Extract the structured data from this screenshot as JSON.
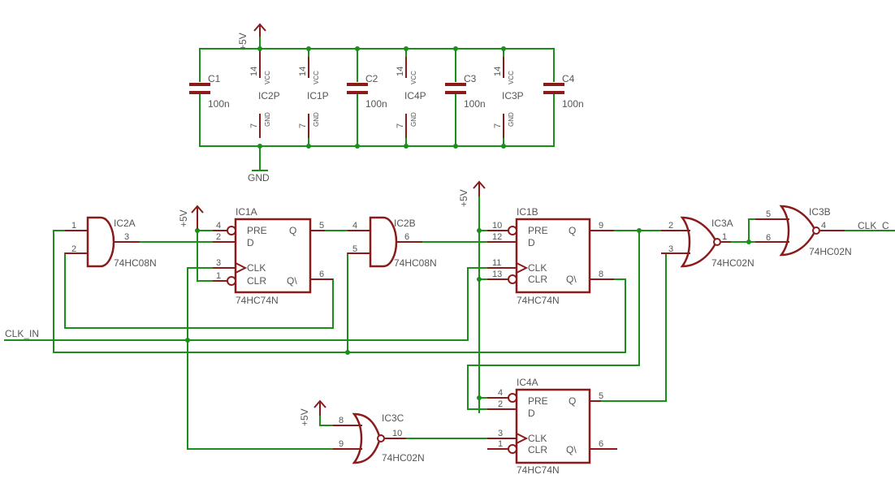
{
  "power": {
    "vcc": "+5V",
    "gnd": "GND",
    "capacitors": [
      {
        "name": "C1",
        "value": "100n"
      },
      {
        "name": "C2",
        "value": "100n"
      },
      {
        "name": "C3",
        "value": "100n"
      },
      {
        "name": "C4",
        "value": "100n"
      }
    ],
    "supplies": [
      {
        "name": "IC2P",
        "vcc_pin": "14",
        "vcc_label": "VCC",
        "gnd_pin": "7",
        "gnd_label": "GND"
      },
      {
        "name": "IC1P",
        "vcc_pin": "14",
        "vcc_label": "VCC",
        "gnd_pin": "7",
        "gnd_label": "GND"
      },
      {
        "name": "IC4P",
        "vcc_pin": "14",
        "vcc_label": "VCC",
        "gnd_pin": "7",
        "gnd_label": "GND"
      },
      {
        "name": "IC3P",
        "vcc_pin": "14",
        "vcc_label": "VCC",
        "gnd_pin": "7",
        "gnd_label": "GND"
      }
    ]
  },
  "signals": {
    "clk_in": "CLK_IN",
    "clk_out": "CLK_C"
  },
  "gates": {
    "ic2a": {
      "name": "IC2A",
      "part": "74HC08N",
      "pins": [
        "1",
        "2",
        "3"
      ]
    },
    "ic2b": {
      "name": "IC2B",
      "part": "74HC08N",
      "pins": [
        "4",
        "5",
        "6"
      ]
    },
    "ic3a": {
      "name": "IC3A",
      "part": "74HC02N",
      "pins": [
        "2",
        "3",
        "1"
      ]
    },
    "ic3b": {
      "name": "IC3B",
      "part": "74HC02N",
      "pins": [
        "5",
        "6",
        "4"
      ]
    },
    "ic3c": {
      "name": "IC3C",
      "part": "74HC02N",
      "pins": [
        "8",
        "9",
        "10"
      ]
    }
  },
  "flipflops": {
    "ic1a": {
      "name": "IC1A",
      "part": "74HC74N",
      "pins": {
        "pre": "4",
        "d": "2",
        "clk": "3",
        "clr": "1",
        "q": "5",
        "qn": "6"
      }
    },
    "ic1b": {
      "name": "IC1B",
      "part": "74HC74N",
      "pins": {
        "pre": "10",
        "d": "12",
        "clk": "11",
        "clr": "13",
        "q": "9",
        "qn": "8"
      }
    },
    "ic4a": {
      "name": "IC4A",
      "part": "74HC74N",
      "pins": {
        "pre": "4",
        "d": "2",
        "clk": "3",
        "clr": "1",
        "q": "5",
        "qn": "6"
      }
    }
  },
  "ff_labels": {
    "pre": "PRE",
    "d": "D",
    "clk": "CLK",
    "clr": "CLR",
    "q": "Q",
    "qn": "Q\\"
  }
}
